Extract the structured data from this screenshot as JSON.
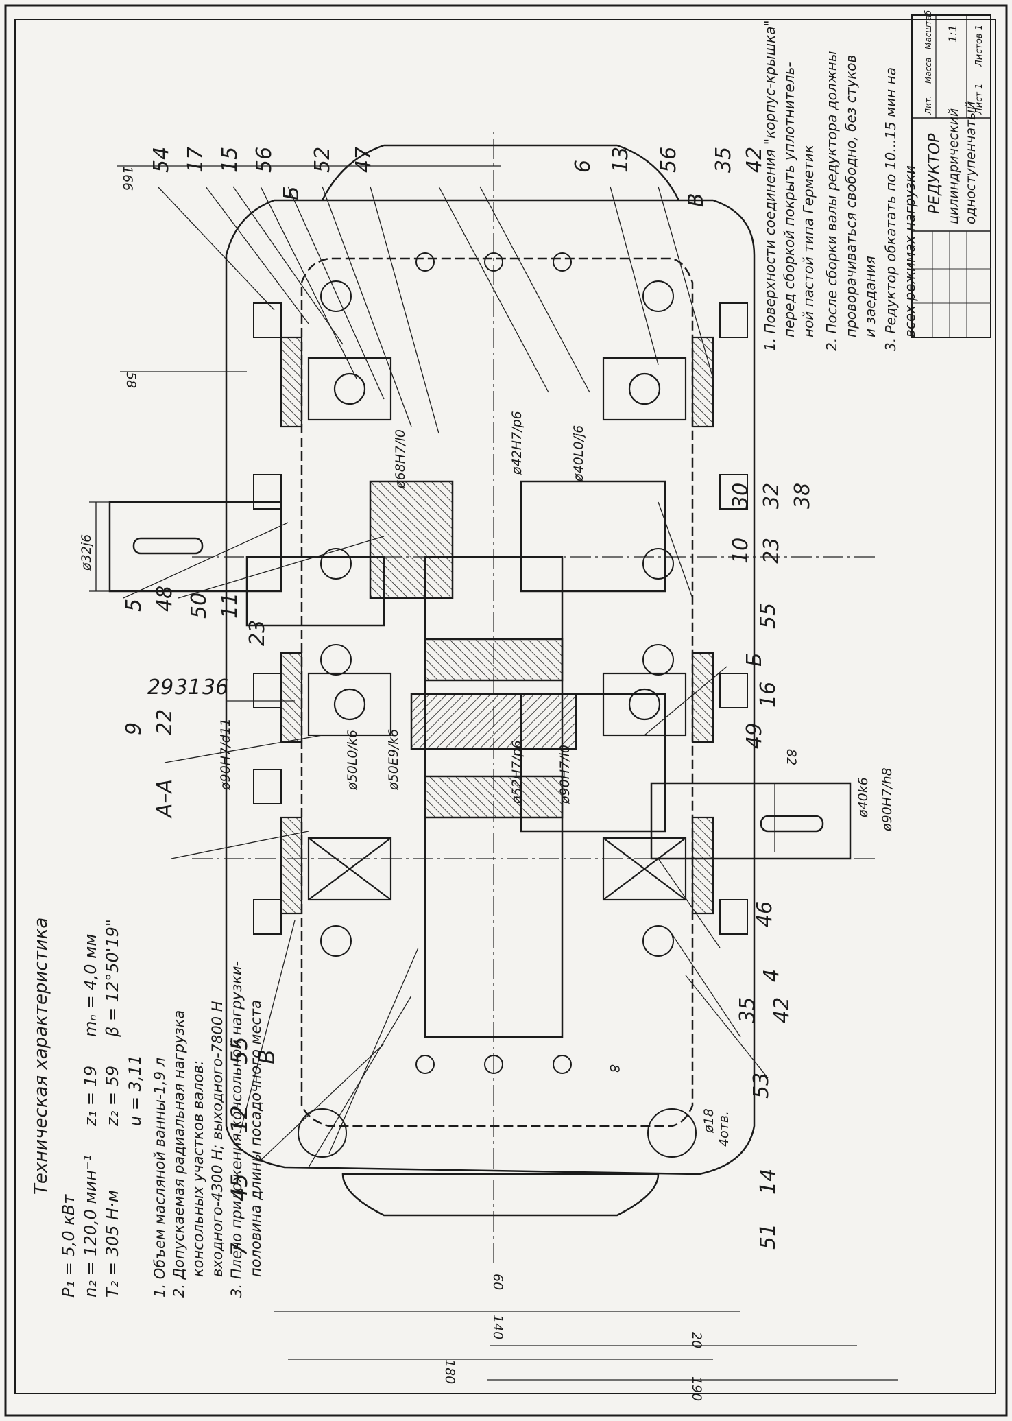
{
  "specs": {
    "heading": "Техническая характеристика",
    "p1": "P₁ = 5,0   кВт",
    "n2": "n₂ = 120,0  мин⁻¹",
    "t2": "T₂ = 305    Н·м",
    "z1": "z₁ = 19",
    "z2": "z₂ = 59",
    "u": "u = 3,11",
    "mn": "mₙ = 4,0 мм",
    "beta": "β = 12°50'19\"",
    "notes": [
      "1. Объем масляной ванны-1,9 л",
      "2. Допускаемая радиальная нагрузка",
      "консольных участков валов:",
      "входного-4300 Н; выходного-7800 Н",
      "3. Плечо приложения консольной нагрузки-",
      "половина длины посадочного места"
    ]
  },
  "requirements": [
    "1. Поверхности соединения \"корпус-крышка\"",
    "перед сборкой покрыть уплотнитель-",
    "ной пастой типа Герметик",
    "2. После сборки валы редуктора должны",
    "проворачиваться свободно, без стуков",
    "и заедания",
    "3. Редуктор обкатать по 10...15 мин на",
    "всех режимах нагрузки"
  ],
  "title_block": {
    "name1": "РЕДУКТОР",
    "name2": "цилиндрический",
    "name3": "одноступенчатый",
    "scale": "1:1",
    "sheet": "Лист 1",
    "sheets": "Листов 1",
    "col_mass": "Масса",
    "col_lit": "Лит.",
    "col_scale": "Масштаб"
  },
  "section_label": "А–А",
  "dims": {
    "d166": "166",
    "d58": "58",
    "d32": "ø32j6",
    "d68": "ø68H7/l0",
    "d42": "ø42H7/p6",
    "d40l0": "ø40L0/j6",
    "d90d11": "ø90H7/d11",
    "d50l0": "ø50L0/k6",
    "d50e9": "ø50E9/k6",
    "d52": "ø52H7/p6",
    "d90l0": "ø90H7/l0",
    "d40k6": "ø40k6",
    "d90h8": "ø90H7/h8",
    "d82": "82",
    "d8": "8",
    "d18": "ø18",
    "d18b": "4отв.",
    "d60": "60",
    "d140": "140",
    "d180": "180",
    "d20": "20",
    "d190": "190"
  },
  "leaders_top": [
    "5",
    "48",
    "50",
    "11",
    "23",
    "9",
    "22",
    "29",
    "31",
    "36"
  ],
  "leaders_bottom": [
    "10",
    "23",
    "30",
    "32",
    "38",
    "55",
    "Б",
    "16",
    "49",
    "46",
    "4",
    "35",
    "42",
    "53",
    "14",
    "51"
  ],
  "leaders_left": [
    "7",
    "45",
    "12",
    "55",
    "В"
  ],
  "leaders_right_col": [
    "54",
    "17",
    "15",
    "56",
    "Б",
    "52",
    "47",
    "6",
    "13",
    "56",
    "В",
    "35",
    "42"
  ]
}
